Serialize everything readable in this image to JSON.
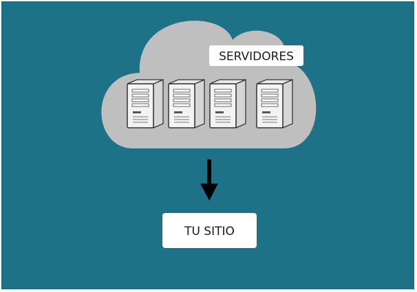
{
  "cloud": {
    "label": "SERVIDORES",
    "server_icon": "server-tower-icon",
    "server_count": 4
  },
  "arrow": {
    "direction": "down",
    "icon": "arrow-down-icon"
  },
  "site": {
    "label": "TU SITIO"
  },
  "colors": {
    "background": "#1e7288",
    "cloud": "#bfbfbf",
    "label_box": "#ffffff",
    "arrow": "#000000",
    "server_body": "#f0f0f0",
    "server_outline": "#333333"
  }
}
